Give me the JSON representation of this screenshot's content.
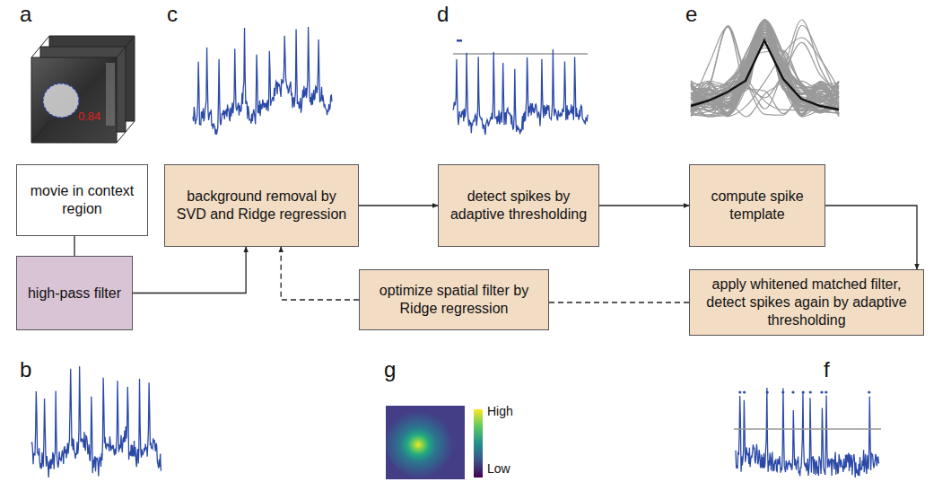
{
  "diagram": {
    "nodes": [
      {
        "text": [
          "movie in context region"
        ]
      },
      {
        "text": [
          "high-pass filter"
        ]
      },
      {
        "text": [
          "background removal by SVD and Ridge regression"
        ]
      },
      {
        "text": [
          "detect spikes by adaptive thresholding"
        ]
      },
      {
        "text": [
          "compute spike template"
        ]
      },
      {
        "text": [
          "apply whitened matched filter, detect spikes again by adaptive thresholding"
        ]
      },
      {
        "text": [
          "optimize spatial filter by Ridge regression"
        ]
      }
    ],
    "edges": [
      {
        "from": 0,
        "to": 1,
        "arrow": "none"
      },
      {
        "from": 1,
        "to": 2,
        "arrow": "to"
      },
      {
        "from": 2,
        "to": 3,
        "arrow": "to"
      },
      {
        "from": 3,
        "to": 4,
        "arrow": "to"
      },
      {
        "from": 4,
        "to": 5,
        "arrow": "to"
      },
      {
        "from": 5,
        "to": 6,
        "arrow": "none"
      },
      {
        "from": 6,
        "to": 2,
        "arrow": "to"
      }
    ],
    "labels": [
      "a",
      "b",
      "c",
      "d",
      "e",
      "f",
      "g",
      "0.84",
      "High",
      "Low"
    ]
  }
}
